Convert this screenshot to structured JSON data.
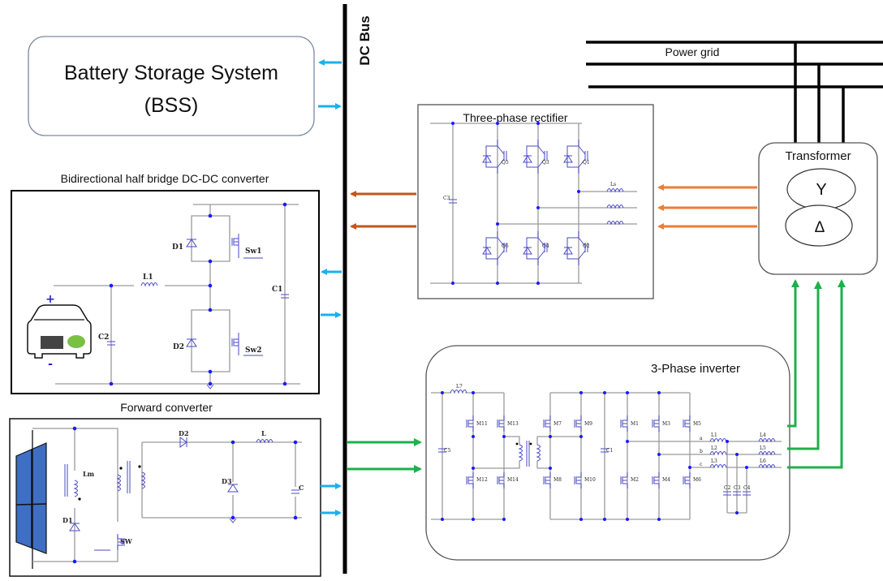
{
  "dc_bus": {
    "label": "DC Bus"
  },
  "bss": {
    "title_line1": "Battery Storage System",
    "title_line2": "(BSS)"
  },
  "bidirectional": {
    "title": "Bidirectional half bridge DC-DC converter",
    "components": {
      "d1": "D1",
      "d2": "D2",
      "sw1": "Sw1",
      "sw2": "Sw2",
      "l1": "L1",
      "c1": "C1",
      "c2": "C2",
      "plus": "+",
      "minus": "-"
    }
  },
  "forward": {
    "title": "Forward converter",
    "components": {
      "lm": "Lm",
      "d1": "D1",
      "sw": "SW",
      "d2": "D2",
      "d3": "D3",
      "l": "L",
      "c": "C"
    }
  },
  "rectifier": {
    "title": "Three-phase rectifier",
    "components": {
      "c3": "C3",
      "q5": "Q5",
      "q3": "Q3",
      "q1": "Q1",
      "q6": "Q6",
      "q4": "Q4",
      "q2": "Q2",
      "ls": "Ls"
    }
  },
  "grid": {
    "label": "Power grid"
  },
  "transformer": {
    "title": "Transformer",
    "primary": "Y",
    "secondary": "Δ"
  },
  "inverter": {
    "title": "3-Phase inverter",
    "components": {
      "l7": "L7",
      "c5": "C5",
      "c1": "C1",
      "m11": "M11",
      "m13": "M13",
      "m12": "M12",
      "m14": "M14",
      "m7": "M7",
      "m9": "M9",
      "m8": "M8",
      "m10": "M10",
      "m1": "M1",
      "m3": "M3",
      "m5": "M5",
      "m2": "M2",
      "m4": "M4",
      "m6": "M6",
      "l1": "L1",
      "l2": "L2",
      "l3": "L3",
      "l4": "L4",
      "l5": "L5",
      "l6": "L6",
      "c2": "C2",
      "c3": "C3",
      "c4": "C4",
      "pa": "a",
      "pb": "b",
      "pc": "c"
    }
  },
  "colors": {
    "bss_arrow": "#1ab0ef",
    "rectifier_arrow": "#c0561a",
    "transformer_arrow": "#ed7d31",
    "inverter_arrow": "#1db14b",
    "bus": "#000000",
    "circuit": "#4a4ac8",
    "node": "#1a1aff"
  }
}
